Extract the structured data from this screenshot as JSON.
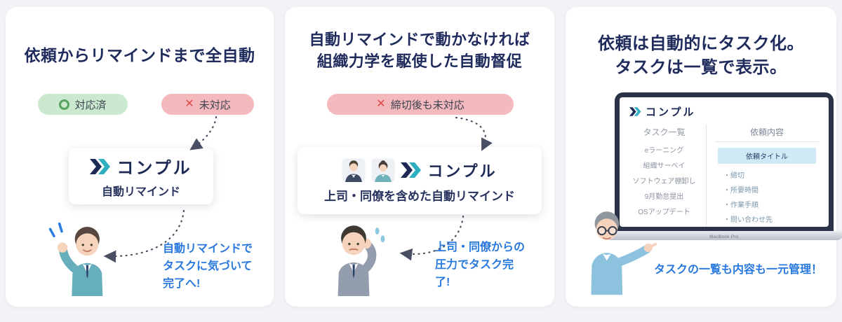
{
  "colors": {
    "page_bg": "#f2f3f7",
    "navy": "#1f2b5c",
    "accent_blue": "#2878dd",
    "logo_teal": "#2fb0c0",
    "badge_green_bg": "#cbe9cf",
    "badge_green_ring": "#57a25e",
    "badge_pink_bg": "#f3b9bc",
    "cross_red": "#e04848",
    "arrow_gray": "#4a4f63"
  },
  "icons": {
    "cross": "✕"
  },
  "cards": [
    {
      "title": "依頼からリマインドまで全自動",
      "badge_done": {
        "label": "対応済"
      },
      "badge_pending": {
        "label": "未対応"
      },
      "box": {
        "logo": "コンプル",
        "caption": "自動リマインド"
      },
      "callout": "自動リマインドで\nタスクに気づいて\n完了へ!"
    },
    {
      "title": "自動リマインドで動かなければ\n組織力学を駆使した自動督促",
      "badge": {
        "label": "締切後も未対応"
      },
      "box": {
        "logo": "コンプル",
        "caption": "上司・同僚を含めた自動リマインド"
      },
      "callout": "上司・同僚からの\n圧力でタスク完\n了!"
    },
    {
      "title": "依頼は自動的にタスク化。\nタスクは一覧で表示。",
      "laptop": {
        "logo": "コンプル",
        "brand": "MacBook Pro",
        "sidebar": {
          "header": "タスク一覧",
          "items": [
            "eラーニング",
            "組織サーベイ",
            "ソフトウェア棚卸し",
            "9月勤怠提出",
            "OSアップデート"
          ]
        },
        "detail": {
          "header": "依頼内容",
          "task_title": "依頼タイトル",
          "fields": [
            "・締切",
            "・所要時間",
            "・作業手順",
            "・問い合わせ先"
          ]
        }
      },
      "callout": "タスクの一覧も内容も一元管理！"
    }
  ]
}
